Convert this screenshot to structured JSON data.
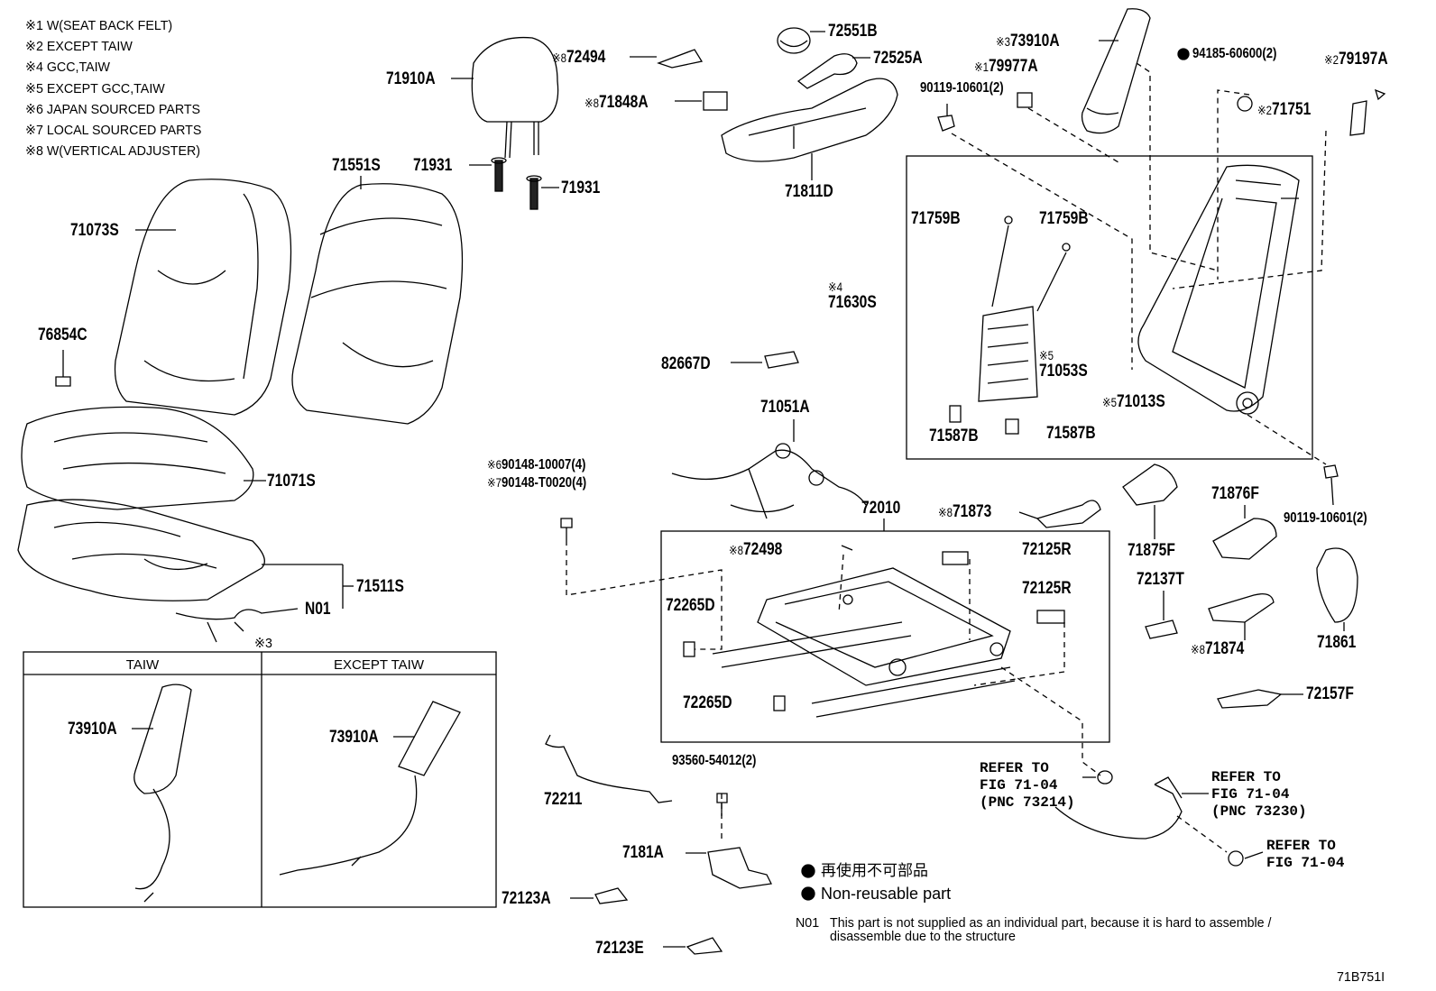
{
  "notes": [
    "※1 W(SEAT BACK FELT)",
    "※2 EXCEPT TAIW",
    "※4 GCC,TAIW",
    "※5 EXCEPT GCC,TAIW",
    "※6 JAPAN SOURCED PARTS",
    "※7 LOCAL SOURCED PARTS",
    "※8 W(VERTICAL ADJUSTER)"
  ],
  "inset": {
    "mark": "※3",
    "left_title": "TAIW",
    "right_title": "EXCEPT TAIW",
    "left_part": "73910A",
    "right_part": "73910A"
  },
  "parts": {
    "p71910A": "71910A",
    "p71931a": "71931",
    "p71931b": "71931",
    "p71073S": "71073S",
    "p71551S": "71551S",
    "p76854C": "76854C",
    "p71071S": "71071S",
    "p71511S": "71511S",
    "pN01": "N01",
    "p72494": "72494",
    "p72494m": "※8",
    "p71848A": "71848A",
    "p71848Am": "※8",
    "p72551B": "72551B",
    "p72525A": "72525A",
    "p71811D": "71811D",
    "p90119a": "90119-10601(2)",
    "p79977A": "79977A",
    "p79977Am": "※1",
    "p73910A": "73910A",
    "p73910Am": "※3",
    "p94185": "94185-60600(2)",
    "p79197A": "79197A",
    "p79197Am": "※2",
    "p71751": "71751",
    "p71751m": "※2",
    "p71759Ba": "71759B",
    "p71759Bb": "71759B",
    "p71630S": "71630S",
    "p71630Sm": "※4",
    "p71053S": "71053S",
    "p71053Sm": "※5",
    "p71013S": "71013S",
    "p71013Sm": "※5",
    "p71587Ba": "71587B",
    "p71587Bb": "71587B",
    "p82667D": "82667D",
    "p71051A": "71051A",
    "p90148a": "90148-10007(4)",
    "p90148am": "※6",
    "p90148b": "90148-T0020(4)",
    "p90148bm": "※7",
    "p72010": "72010",
    "p72498": "72498",
    "p72498m": "※8",
    "p72125Ra": "72125R",
    "p72125Rb": "72125R",
    "p72265Da": "72265D",
    "p72265Db": "72265D",
    "p71873": "71873",
    "p71873m": "※8",
    "p71875F": "71875F",
    "p71876F": "71876F",
    "p90119b": "90119-10601(2)",
    "p72137T": "72137T",
    "p71874": "71874",
    "p71874m": "※8",
    "p71861": "71861",
    "p72157F": "72157F",
    "p72211": "72211",
    "p93560": "93560-54012(2)",
    "p7181A": "7181A",
    "p72123A": "72123A",
    "p72123E": "72123E"
  },
  "refs": {
    "r1": "REFER TO\nFIG 71-04\n(PNC 73214)",
    "r2": "REFER TO\nFIG 71-04\n(PNC 73230)",
    "r3": "REFER TO\nFIG 71-04"
  },
  "legend": {
    "jp": "再使用不可部品",
    "en": "Non-reusable part",
    "n01_code": "N01",
    "n01_text_1": "This part is not supplied as an individual part, because it is hard to assemble /",
    "n01_text_2": "disassemble due to the structure"
  },
  "figure_id": "71B751I"
}
